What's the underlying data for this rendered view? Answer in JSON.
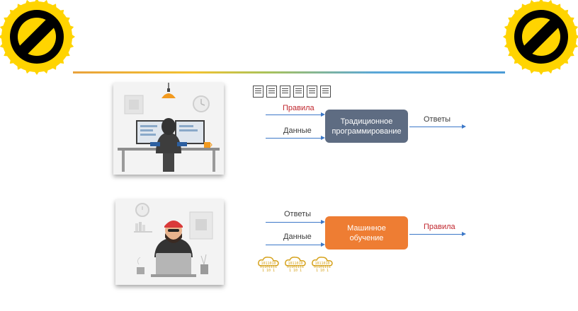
{
  "slide": {
    "badges": [
      {
        "icon": "prohibited-icon",
        "color": "#ffd400"
      },
      {
        "icon": "prohibited-icon",
        "color": "#ffd400"
      }
    ],
    "traditional": {
      "input_top": "Правила",
      "input_bottom": "Данные",
      "box": "Традиционное программирование",
      "output": "Ответы"
    },
    "ml": {
      "input_top": "Ответы",
      "input_bottom": "Данные",
      "box": "Машинное обучение",
      "output": "Правила"
    },
    "binary_text": [
      "1011010",
      "01101111",
      "1 10 1"
    ],
    "colors": {
      "accent_blue": "#3c78c8",
      "traditional_box": "#5e6c82",
      "ml_box": "#ee7d33",
      "rules_red": "#c0262d"
    }
  }
}
